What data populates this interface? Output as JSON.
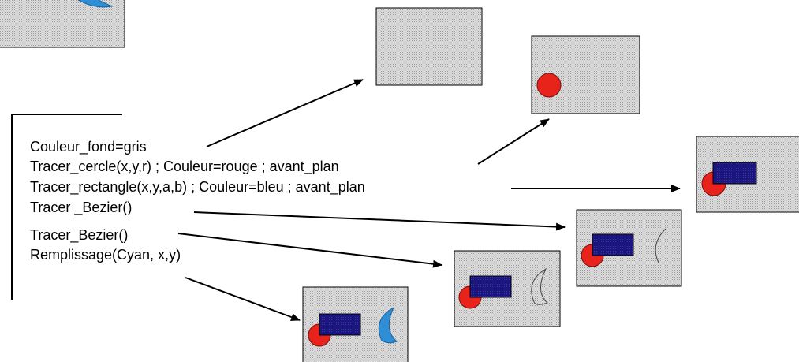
{
  "code_lines": [
    "Couleur_fond=gris",
    "Tracer_cercle(x,y,r) ; Couleur=rouge ; avant_plan",
    "Tracer_rectangle(x,y,a,b) ; Couleur=bleu ; avant_plan",
    "Tracer _Bezier()",
    "Tracer_Bezier()",
    "Remplissage(Cyan, x,y)"
  ],
  "colors": {
    "background_gray": "#d8d8d8",
    "circle_red": "#e8231b",
    "rectangle_blue": "#1a157a",
    "fill_cyan": "#2f8fd6",
    "arrow": "#000000"
  }
}
